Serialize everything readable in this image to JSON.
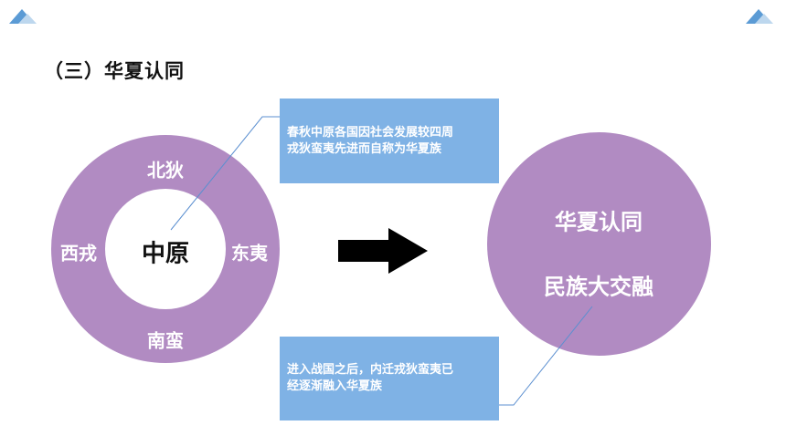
{
  "colors": {
    "ring": "#b18bc2",
    "note": "#7fb2e5",
    "arrow": "#000000",
    "connector": "#5b8fd0",
    "corner_dark": "#5b9bd5",
    "corner_light": "#bdd7ee"
  },
  "title": "（三）华夏认同",
  "ring": {
    "north": "北狄",
    "west": "西戎",
    "east": "东夷",
    "south": "南蛮",
    "center": "中原"
  },
  "note_top": {
    "line1": "春秋中原各国因社会发展较四周",
    "line2": "戎狄蛮夷先进而自称为华夏族"
  },
  "note_bottom": {
    "line1": "进入战国之后，内迁戎狄蛮夷已",
    "line2": "经逐渐融入华夏族"
  },
  "result": {
    "line1": "华夏认同",
    "line2": "民族大交融"
  },
  "icons": {
    "corner_left": "mountain-triangle-icon",
    "corner_right": "mountain-triangle-icon",
    "arrow": "right-arrow-icon"
  }
}
